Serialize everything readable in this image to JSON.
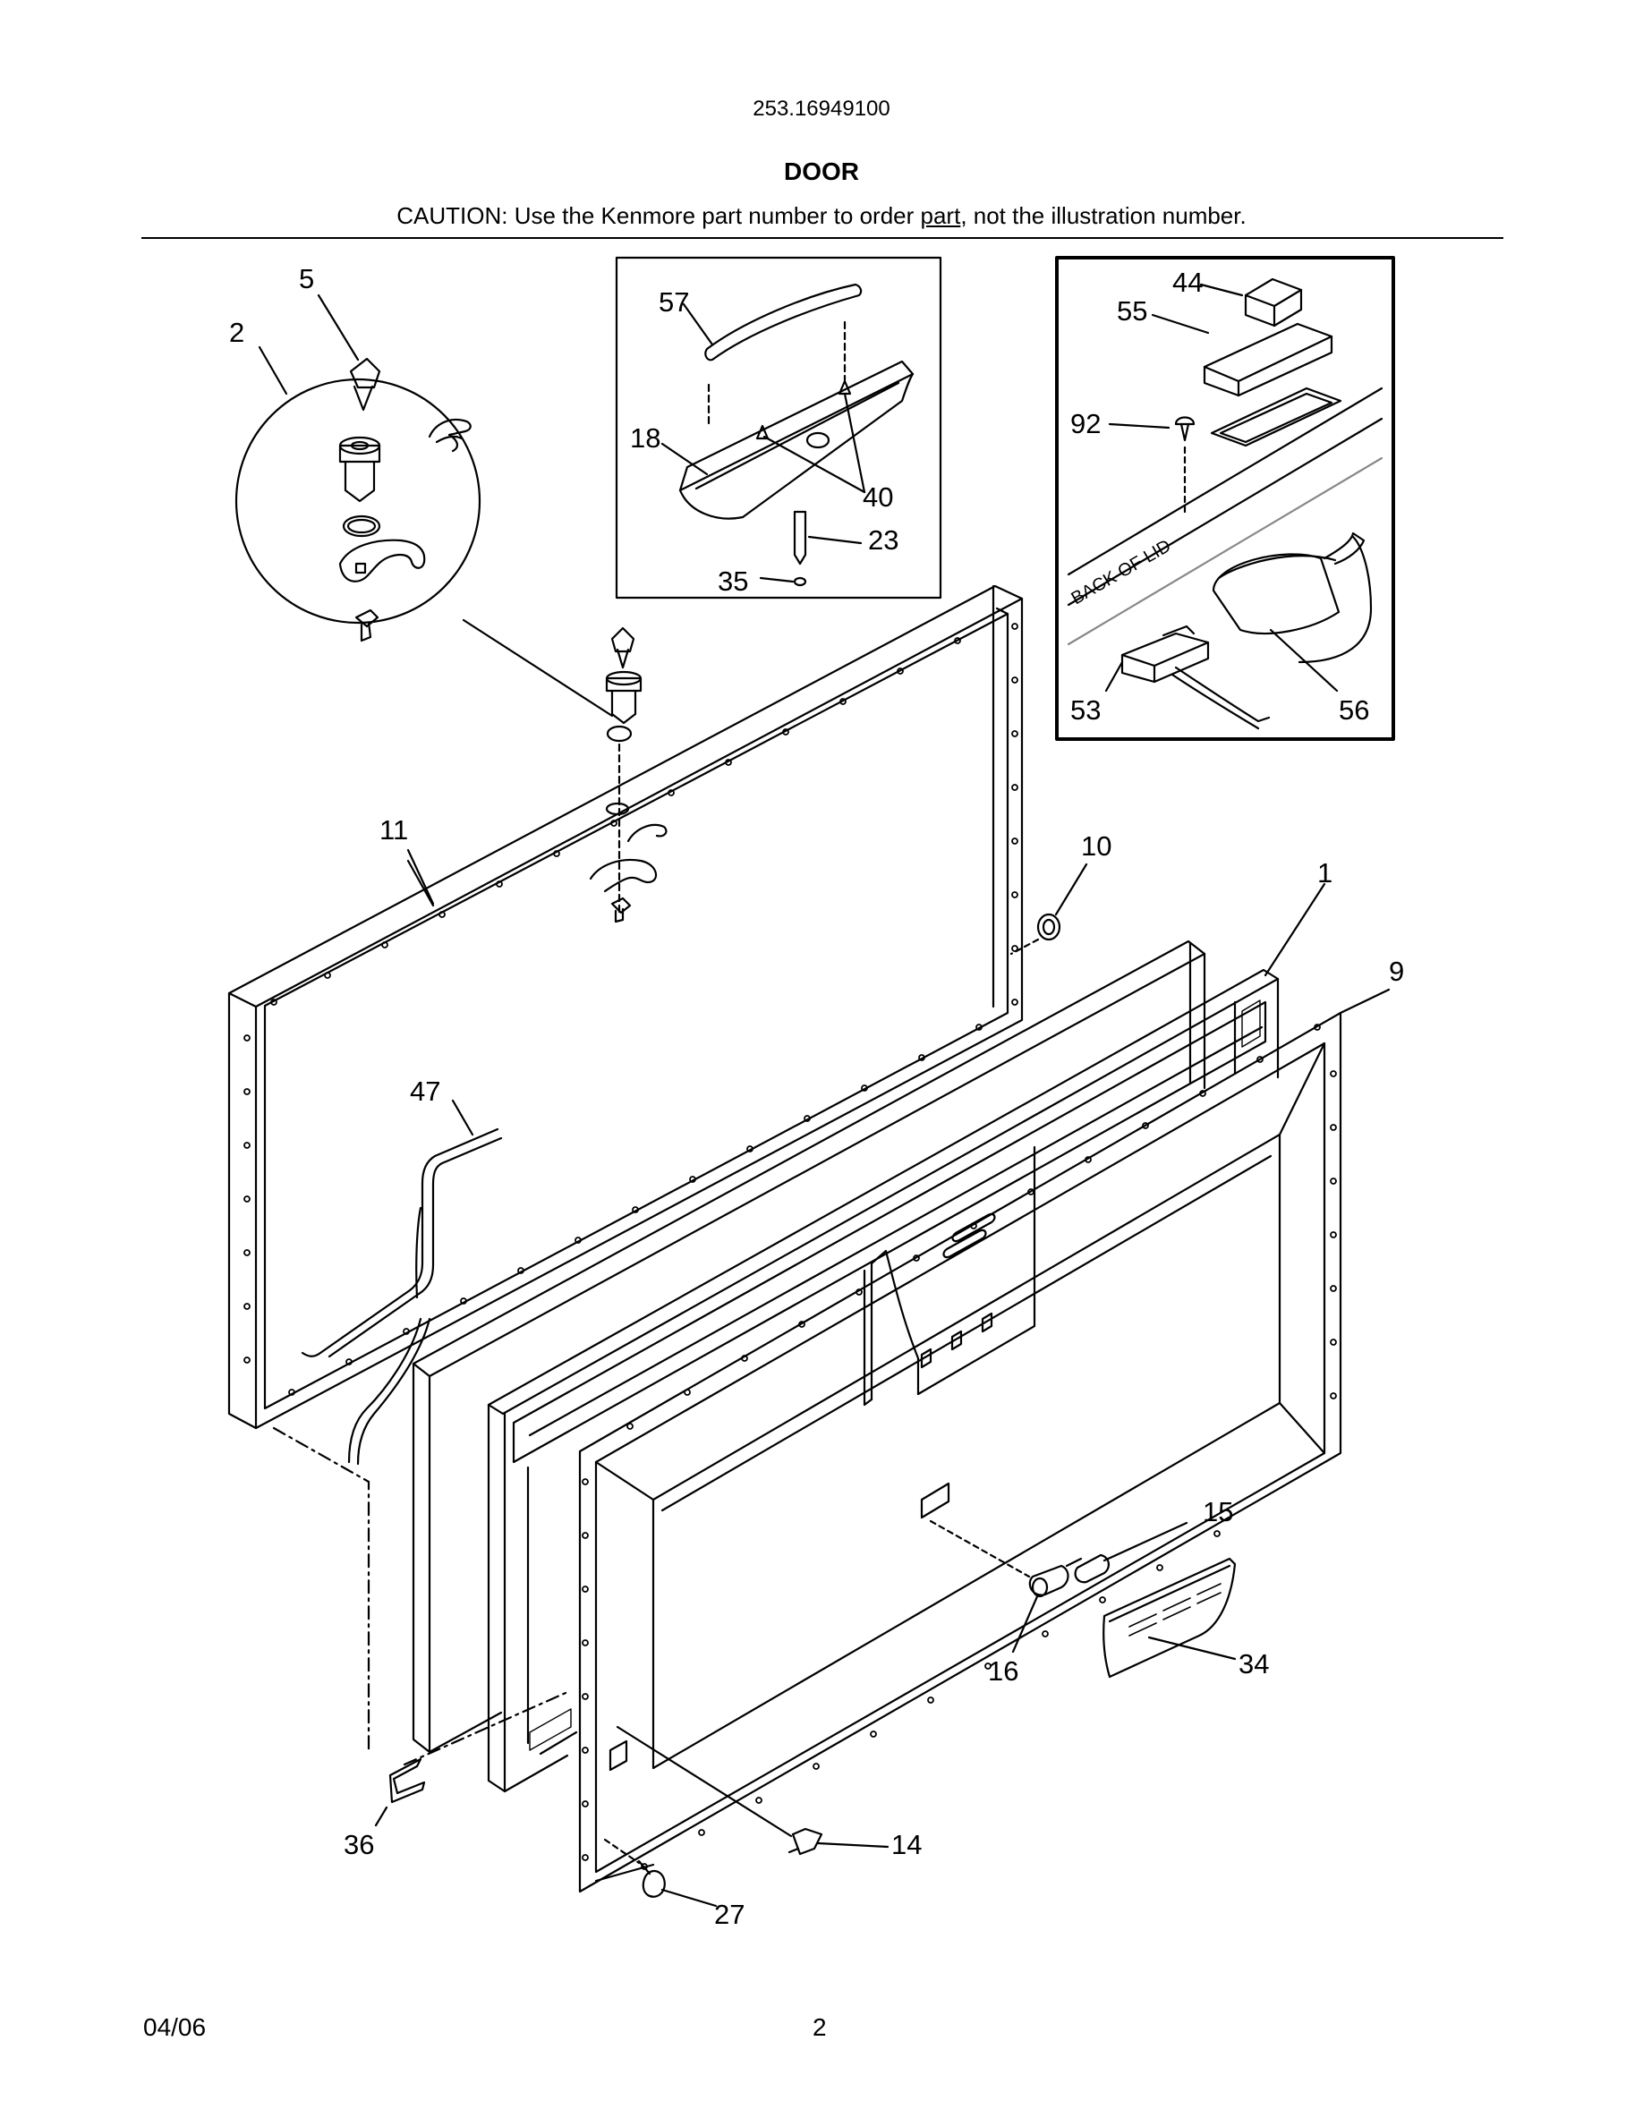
{
  "header": {
    "model_number": "253.16949100",
    "title": "DOOR",
    "caution_prefix": "CAUTION: Use the Kenmore part number to order ",
    "caution_link": "part",
    "caution_suffix": ", not the illustration number."
  },
  "inset_label": "BACK OF LID",
  "callouts": [
    "5",
    "2",
    "57",
    "18",
    "40",
    "23",
    "35",
    "44",
    "55",
    "92",
    "53",
    "56",
    "11",
    "10",
    "1",
    "9",
    "47",
    "15",
    "16",
    "34",
    "36",
    "14",
    "27"
  ],
  "footer": {
    "date": "04/06",
    "page": "2"
  }
}
